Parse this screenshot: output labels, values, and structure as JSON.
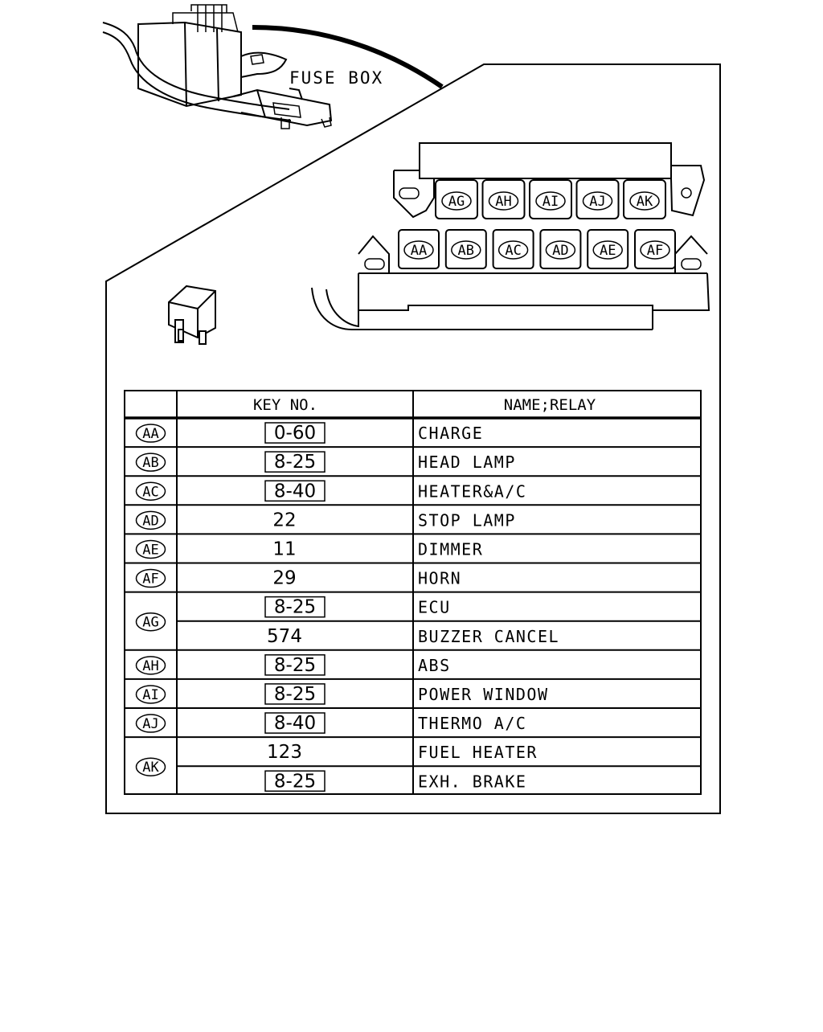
{
  "diagram": {
    "fuse_box_label": "FUSE BOX"
  },
  "fuse_box": {
    "top_row": [
      "AG",
      "AH",
      "AI",
      "AJ",
      "AK"
    ],
    "bottom_row": [
      "AA",
      "AB",
      "AC",
      "AD",
      "AE",
      "AF"
    ]
  },
  "table": {
    "headers": [
      "",
      "KEY NO.",
      "NAME;RELAY"
    ],
    "rows": [
      {
        "code": "AA",
        "key": "0-60",
        "boxed": true,
        "name": "CHARGE"
      },
      {
        "code": "AB",
        "key": "8-25",
        "boxed": true,
        "name": "HEAD LAMP"
      },
      {
        "code": "AC",
        "key": "8-40",
        "boxed": true,
        "name": "HEATER&A/C"
      },
      {
        "code": "AD",
        "key": "22",
        "boxed": false,
        "name": "STOP LAMP"
      },
      {
        "code": "AE",
        "key": "11",
        "boxed": false,
        "name": "DIMMER"
      },
      {
        "code": "AF",
        "key": "29",
        "boxed": false,
        "name": "HORN"
      },
      {
        "code": "AG",
        "key": "8-25",
        "boxed": true,
        "name": "ECU"
      },
      {
        "code": "",
        "key": "574",
        "boxed": false,
        "name": "BUZZER CANCEL"
      },
      {
        "code": "AH",
        "key": "8-25",
        "boxed": true,
        "name": "ABS"
      },
      {
        "code": "AI",
        "key": "8-25",
        "boxed": true,
        "name": "POWER WINDOW"
      },
      {
        "code": "AJ",
        "key": "8-40",
        "boxed": true,
        "name": "THERMO A/C"
      },
      {
        "code": "AK",
        "key": "123",
        "boxed": false,
        "name": "FUEL HEATER"
      },
      {
        "code": "",
        "key": "8-25",
        "boxed": true,
        "name": "EXH. BRAKE"
      }
    ]
  }
}
